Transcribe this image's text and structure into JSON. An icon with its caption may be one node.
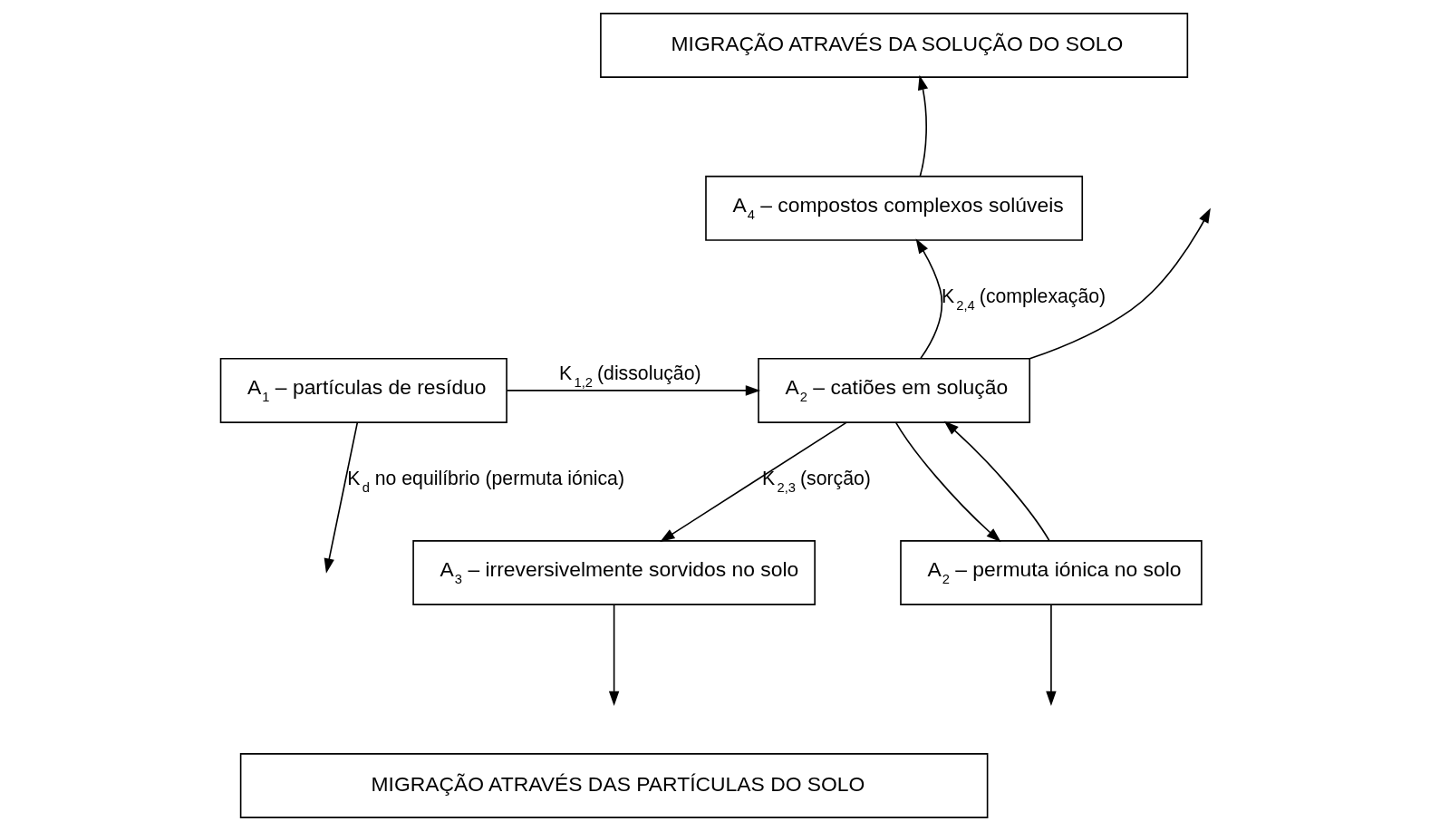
{
  "diagram": {
    "nodes": [
      {
        "text": [
          "MIGRAÇÃO ATRAVÉS DA SOLUÇÃO DO SOLO"
        ]
      },
      {
        "text": [
          "A$_{4}$ – compostos complexos solúveis"
        ]
      },
      {
        "text": [
          "A$_{1}$ – partículas de resíduo"
        ]
      },
      {
        "text": [
          "A$_{2}$ – catiões em solução"
        ]
      },
      {
        "text": [
          "A$_{2}$ – permuta iónica no solo"
        ]
      },
      {
        "text": [
          "A$_{3}$ – irreversivelmente sorvidos no solo"
        ]
      },
      {
        "text": [
          "MIGRAÇÃO ATRAVÉS DAS PARTÍCULAS DO SOLO"
        ]
      }
    ],
    "edges": [
      {
        "from": 1,
        "to": 0,
        "arrow": "to"
      },
      {
        "from": 3,
        "to": null,
        "arrow": "to"
      },
      {
        "from": 2,
        "to": 3,
        "arrow": "to",
        "label": "K$_{1,2}$ (dissolução)"
      },
      {
        "from": 3,
        "to": 1,
        "arrow": "to",
        "label": "K$_{2,4}$ (complexação)"
      },
      {
        "from": 4,
        "to": 3,
        "arrow": "to"
      },
      {
        "from": 3,
        "to": 4,
        "arrow": "to"
      },
      {
        "from": 3,
        "to": 5,
        "arrow": "to",
        "label": "K$_{2,3}$ (sorção)"
      },
      {
        "from": 2,
        "to": null,
        "arrow": "to",
        "label": "K$_{d}$ no equilíbrio (permuta iónica)"
      },
      {
        "from": 4,
        "to": null,
        "arrow": "to"
      },
      {
        "from": 5,
        "to": null,
        "arrow": "to"
      }
    ]
  }
}
